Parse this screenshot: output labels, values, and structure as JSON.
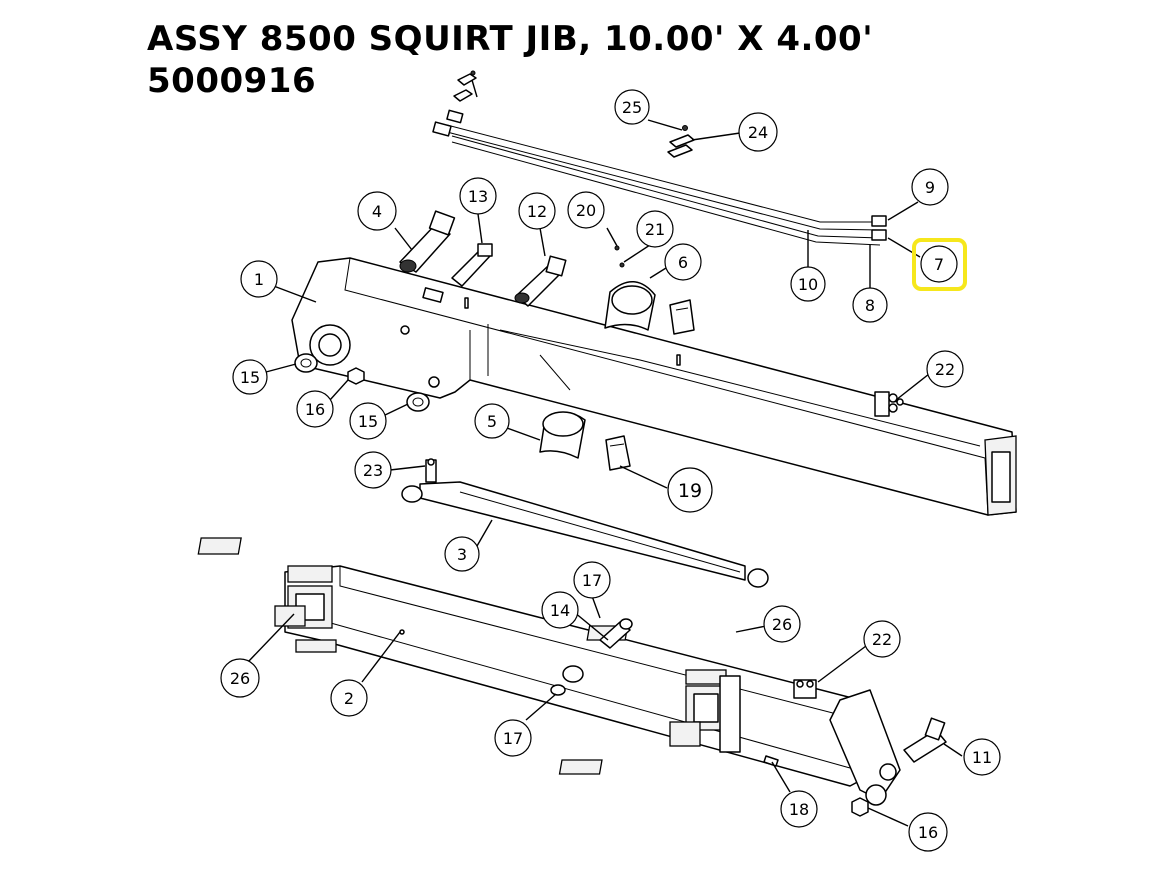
{
  "title": {
    "line1": "ASSY 8500 SQUIRT JIB, 10.00' X 4.00'",
    "line2": "5000916"
  },
  "highlighted_callout": "7",
  "callouts": [
    "1",
    "2",
    "3",
    "4",
    "5",
    "6",
    "7",
    "8",
    "9",
    "10",
    "11",
    "12",
    "13",
    "14",
    "15",
    "15",
    "16",
    "16",
    "17",
    "17",
    "18",
    "19",
    "20",
    "21",
    "22",
    "22",
    "23",
    "24",
    "25",
    "26",
    "26"
  ],
  "colors": {
    "highlight": "#f6e71c",
    "line": "#000000",
    "background": "#ffffff"
  }
}
